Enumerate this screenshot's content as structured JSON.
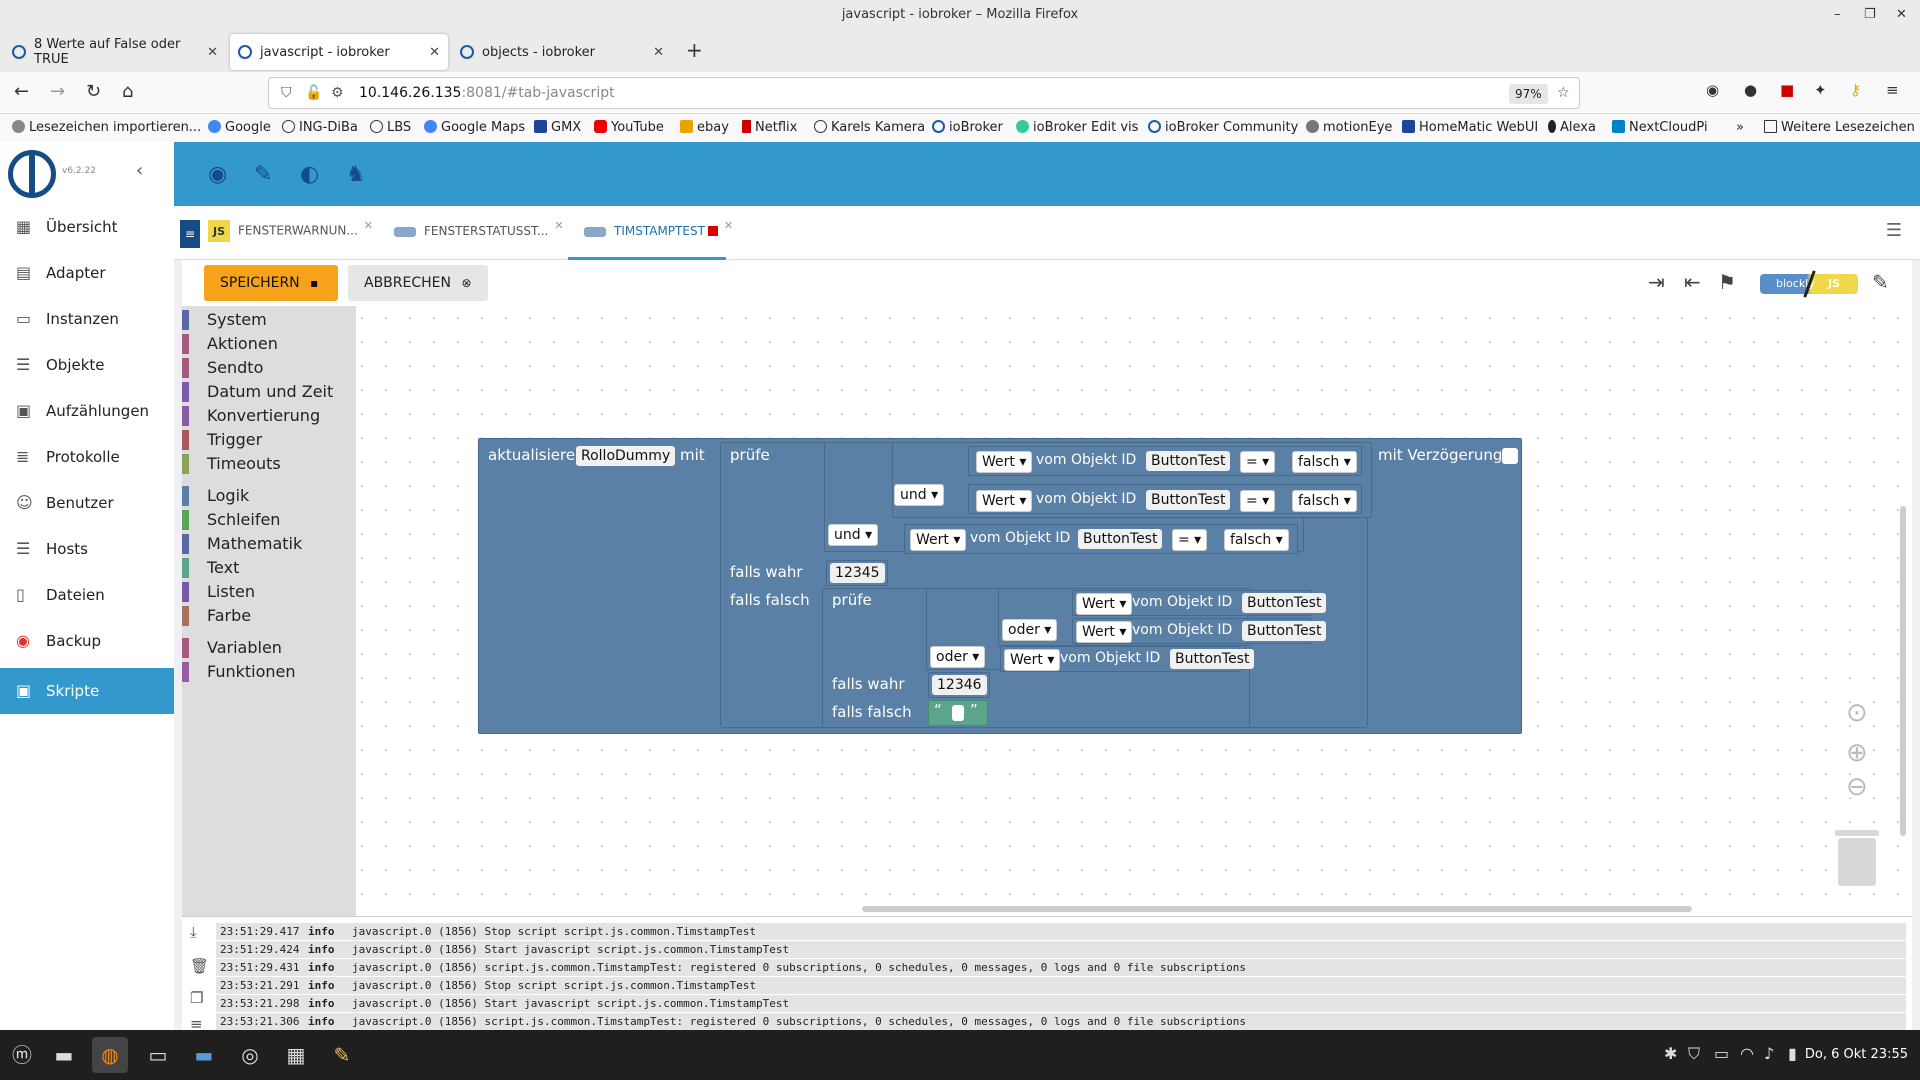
{
  "window": {
    "title": "javascript - iobroker – Mozilla Firefox"
  },
  "browser_tabs": [
    {
      "label": "8 Werte auf False oder TRUE"
    },
    {
      "label": "javascript - iobroker"
    },
    {
      "label": "objects - iobroker"
    }
  ],
  "url": {
    "host": "10.146.26.135",
    "rest": ":8081/#tab-javascript",
    "zoom": "97%"
  },
  "bookmarks": [
    {
      "label": "Lesezeichen importieren..."
    },
    {
      "label": "Google"
    },
    {
      "label": "ING-DiBa"
    },
    {
      "label": "LBS"
    },
    {
      "label": "Google Maps"
    },
    {
      "label": "GMX"
    },
    {
      "label": "YouTube"
    },
    {
      "label": "ebay"
    },
    {
      "label": "Netflix"
    },
    {
      "label": "Karels Kamera"
    },
    {
      "label": "ioBroker"
    },
    {
      "label": "ioBroker Edit vis"
    },
    {
      "label": "ioBroker Community"
    },
    {
      "label": "motionEye"
    },
    {
      "label": "HomeMatic WebUI"
    },
    {
      "label": "Alexa"
    },
    {
      "label": "NextCloudPi"
    },
    {
      "label": "Weitere Lesezeichen"
    }
  ],
  "sidebar": {
    "version": "v6.2.22",
    "items": [
      {
        "label": "Übersicht"
      },
      {
        "label": "Adapter"
      },
      {
        "label": "Instanzen"
      },
      {
        "label": "Objekte"
      },
      {
        "label": "Aufzählungen"
      },
      {
        "label": "Protokolle"
      },
      {
        "label": "Benutzer"
      },
      {
        "label": "Hosts"
      },
      {
        "label": "Dateien"
      },
      {
        "label": "Backup"
      },
      {
        "label": "Skripte"
      }
    ]
  },
  "script_tabs": [
    {
      "label": "FENSTERWARNUN..."
    },
    {
      "label": "FENSTERSTATUSST..."
    },
    {
      "label": "TIMSTAMPTEST"
    }
  ],
  "toolbar": {
    "save_label": "SPEICHERN",
    "cancel_label": "ABBRECHEN",
    "blockly_label": "blockly",
    "js_label": "JS"
  },
  "toolbox": {
    "categories": [
      {
        "label": "System",
        "color": "#5b67a5"
      },
      {
        "label": "Aktionen",
        "color": "#a55b80"
      },
      {
        "label": "Sendto",
        "color": "#a55b80"
      },
      {
        "label": "Datum und Zeit",
        "color": "#7a5ba5"
      },
      {
        "label": "Konvertierung",
        "color": "#8a5ba5"
      },
      {
        "label": "Trigger",
        "color": "#a55b5b"
      },
      {
        "label": "Timeouts",
        "color": "#8aa55b"
      },
      {
        "label": "Logik",
        "color": "#5b80a5"
      },
      {
        "label": "Schleifen",
        "color": "#5ba55b"
      },
      {
        "label": "Mathematik",
        "color": "#5b67a5"
      },
      {
        "label": "Text",
        "color": "#5ba58c"
      },
      {
        "label": "Listen",
        "color": "#745ba5"
      },
      {
        "label": "Farbe",
        "color": "#a5745b"
      },
      {
        "label": "Variablen",
        "color": "#a55b80"
      },
      {
        "label": "Funktionen",
        "color": "#995ba5"
      }
    ]
  },
  "blocks": {
    "update_label": "aktualisiere",
    "target": "RolloDummy",
    "mit_label": "mit",
    "delay_label": "mit Verzögerung",
    "check_label": "prüfe",
    "if_true_label": "falls wahr",
    "if_false_label": "falls falsch",
    "and_label": "und",
    "or_label": "oder",
    "value_label": "Wert",
    "object_label": "vom Objekt ID",
    "object_id": "ButtonTest",
    "eq": "=",
    "false_value": "falsch",
    "num1": "12345",
    "num2": "12346",
    "quote_open": "“",
    "quote_close": "”"
  },
  "log": [
    {
      "time": "23:51:29.417",
      "severity": "info",
      "message": "javascript.0 (1856) Stop script script.js.common.TimstampTest"
    },
    {
      "time": "23:51:29.424",
      "severity": "info",
      "message": "javascript.0 (1856) Start javascript script.js.common.TimstampTest"
    },
    {
      "time": "23:51:29.431",
      "severity": "info",
      "message": "javascript.0 (1856) script.js.common.TimstampTest: registered 0 subscriptions, 0 schedules, 0 messages, 0 logs and 0 file subscriptions"
    },
    {
      "time": "23:53:21.291",
      "severity": "info",
      "message": "javascript.0 (1856) Stop script script.js.common.TimstampTest"
    },
    {
      "time": "23:53:21.298",
      "severity": "info",
      "message": "javascript.0 (1856) Start javascript script.js.common.TimstampTest"
    },
    {
      "time": "23:53:21.306",
      "severity": "info",
      "message": "javascript.0 (1856) script.js.common.TimstampTest: registered 0 subscriptions, 0 schedules, 0 messages, 0 logs and 0 file subscriptions"
    }
  ],
  "taskbar": {
    "clock": "Do, 6 Okt 23:55"
  }
}
